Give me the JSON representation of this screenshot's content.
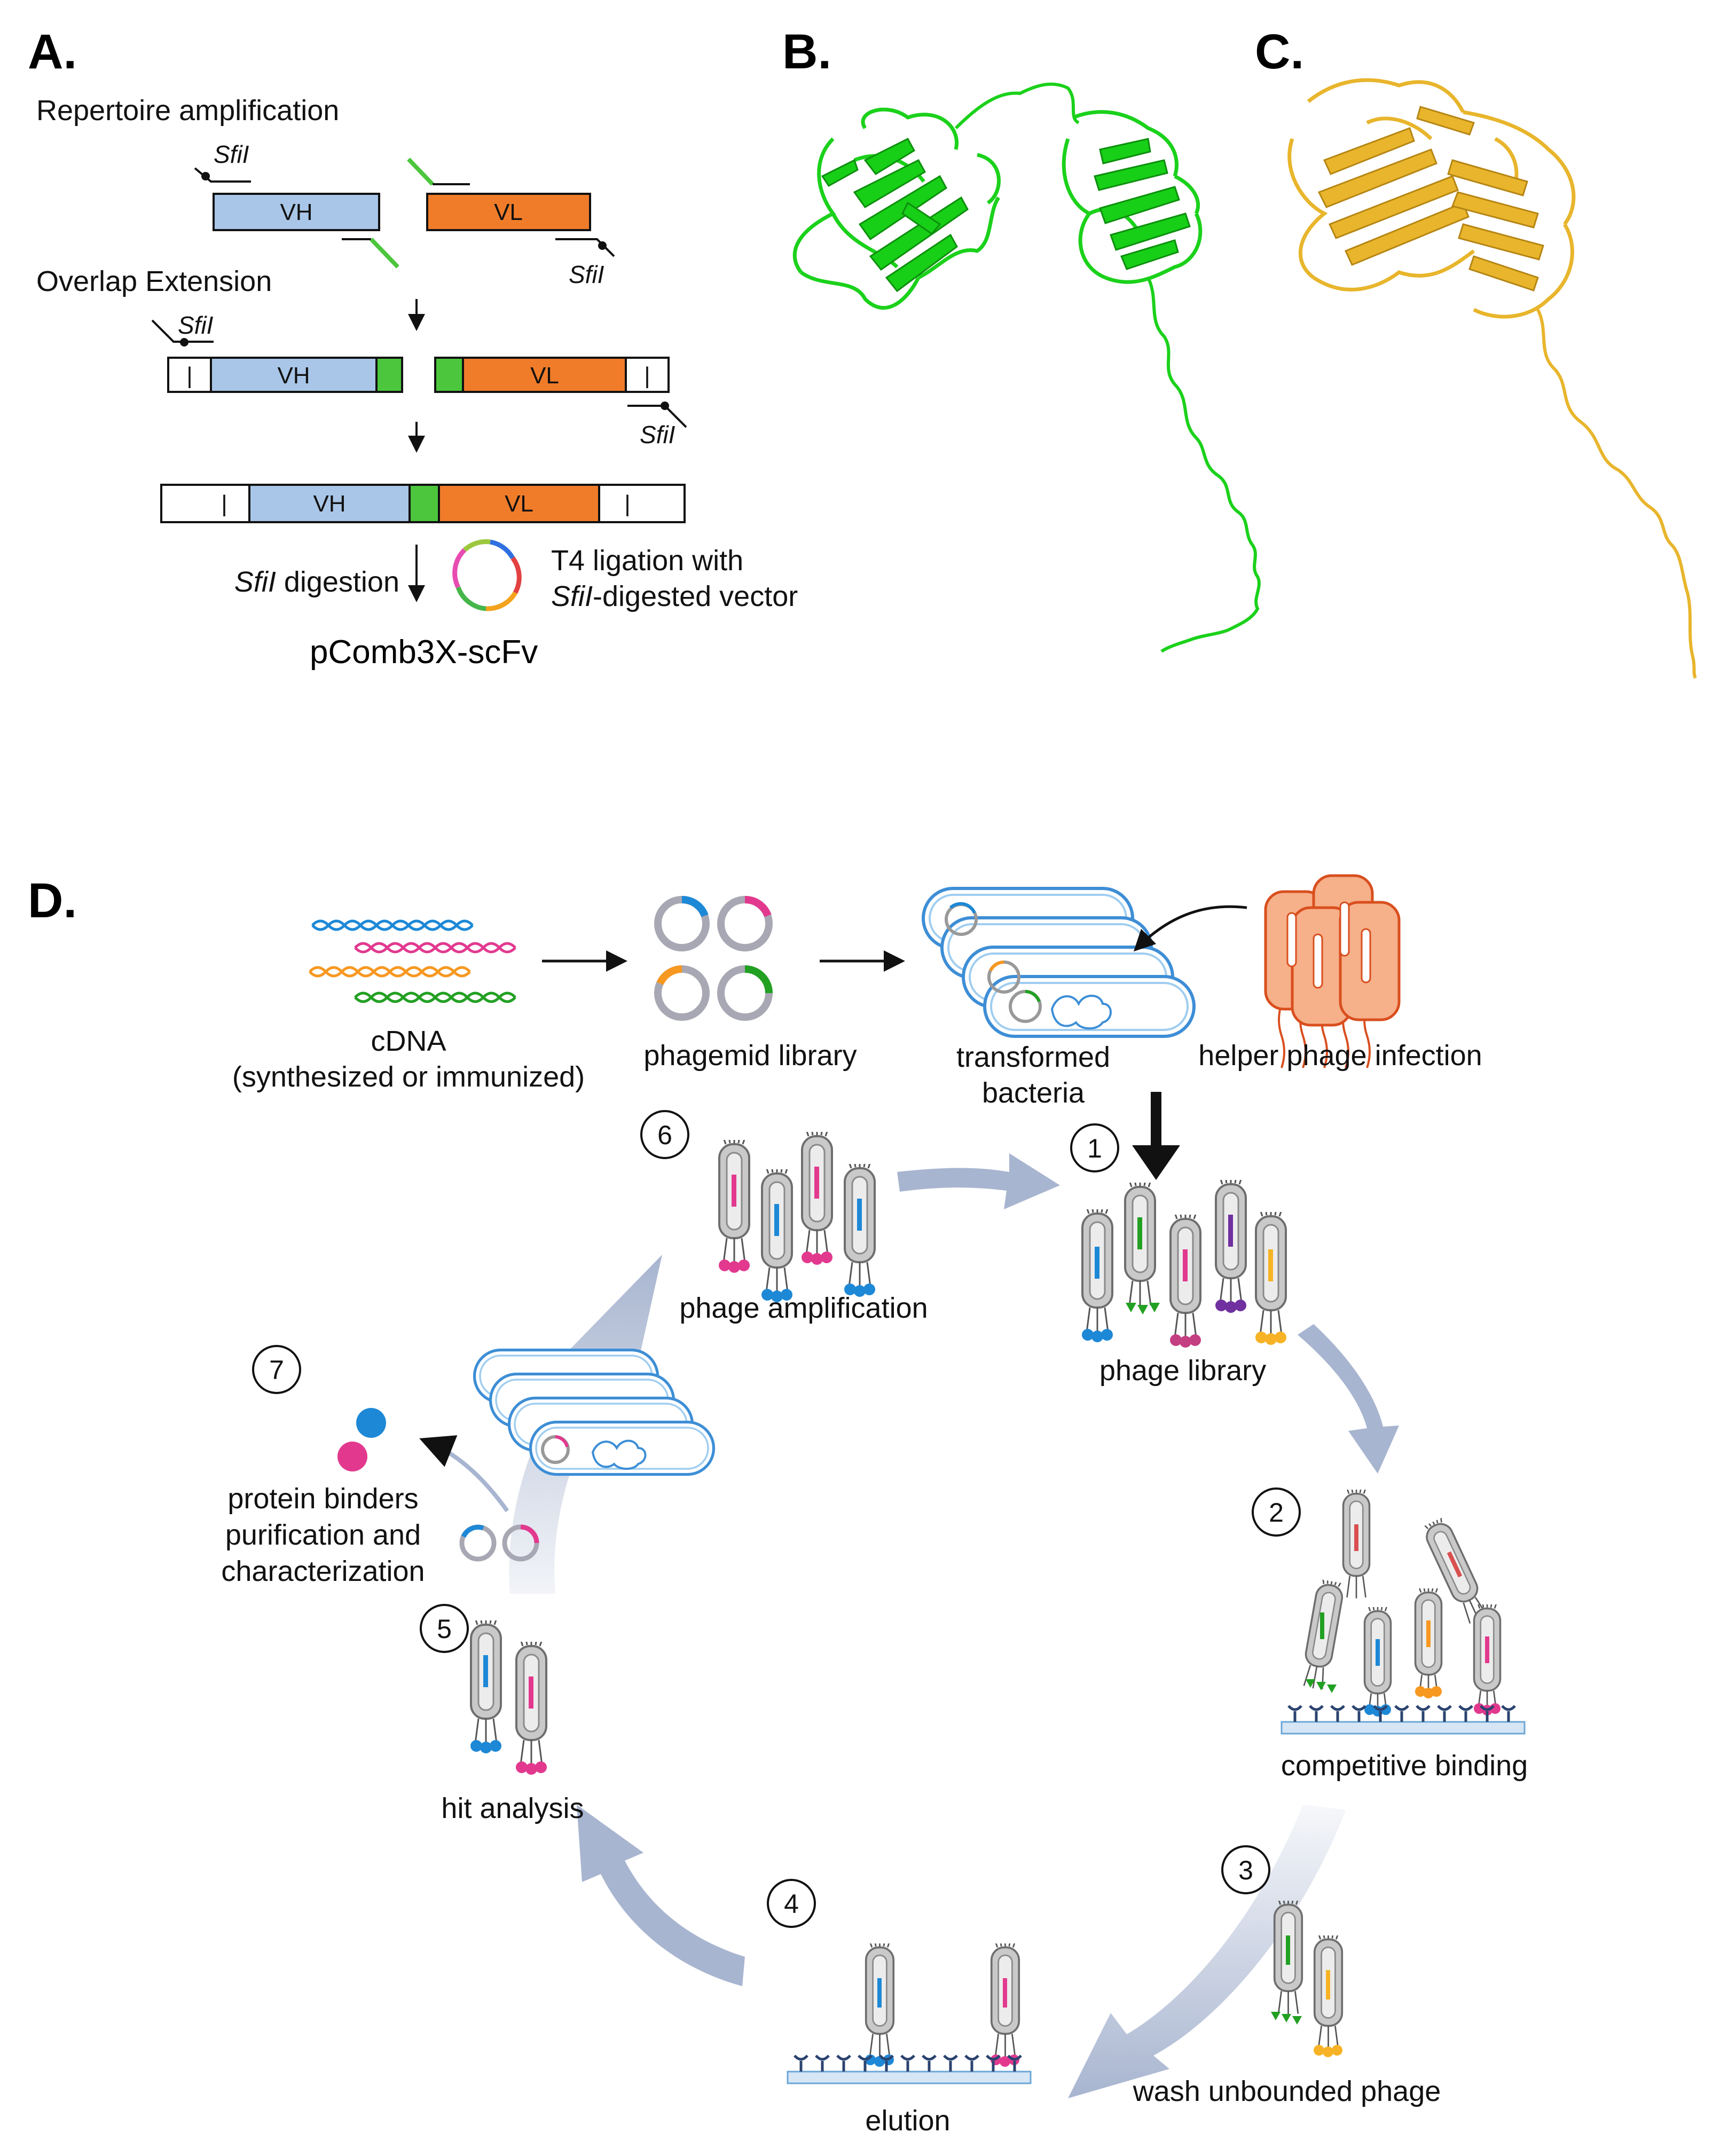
{
  "panels": {
    "a": "A.",
    "b": "B.",
    "c": "C.",
    "d": "D."
  },
  "panel_a": {
    "steps": {
      "repertoire": "Repertoire amplification",
      "overlap": "Overlap Extension"
    },
    "site": "SfiI",
    "segments": {
      "vh": "VH",
      "vl": "VL",
      "bar": "|"
    },
    "digestion": {
      "italic": "SfiI",
      "rest": " digestion"
    },
    "ligation": {
      "line1": "T4 ligation with",
      "line2_italic": "SfiI",
      "line2_rest": "-digested vector"
    },
    "product": "pComb3X-scFv"
  },
  "panel_d": {
    "cdna": {
      "line1": "cDNA",
      "line2": "(synthesized or immunized)"
    },
    "phagemid_library": "phagemid library",
    "transformed": {
      "line1": "transformed",
      "line2": "bacteria"
    },
    "helper": "helper phage infection",
    "steps": [
      {
        "num": "1",
        "label": "phage library"
      },
      {
        "num": "2",
        "label": "competitive binding"
      },
      {
        "num": "3",
        "label": "wash unbounded phage"
      },
      {
        "num": "4",
        "label": "elution"
      },
      {
        "num": "5",
        "label": "hit analysis"
      },
      {
        "num": "6",
        "label": "phage amplification"
      },
      {
        "num": "7",
        "label": "protein binders"
      }
    ],
    "binders": {
      "line1": "protein binders",
      "line2": "purification and",
      "line3": "characterization"
    }
  },
  "colors": {
    "vh": "#a9c6e8",
    "vl": "#f07c2a",
    "linker": "#4cc63d",
    "green": "#17cf17",
    "gold": "#e8b52c",
    "flow_arrow": "#a8b5d0",
    "blue": "#1d88d6",
    "pink": "#e2398f",
    "orange": "#f79820",
    "purple": "#7030a0"
  }
}
